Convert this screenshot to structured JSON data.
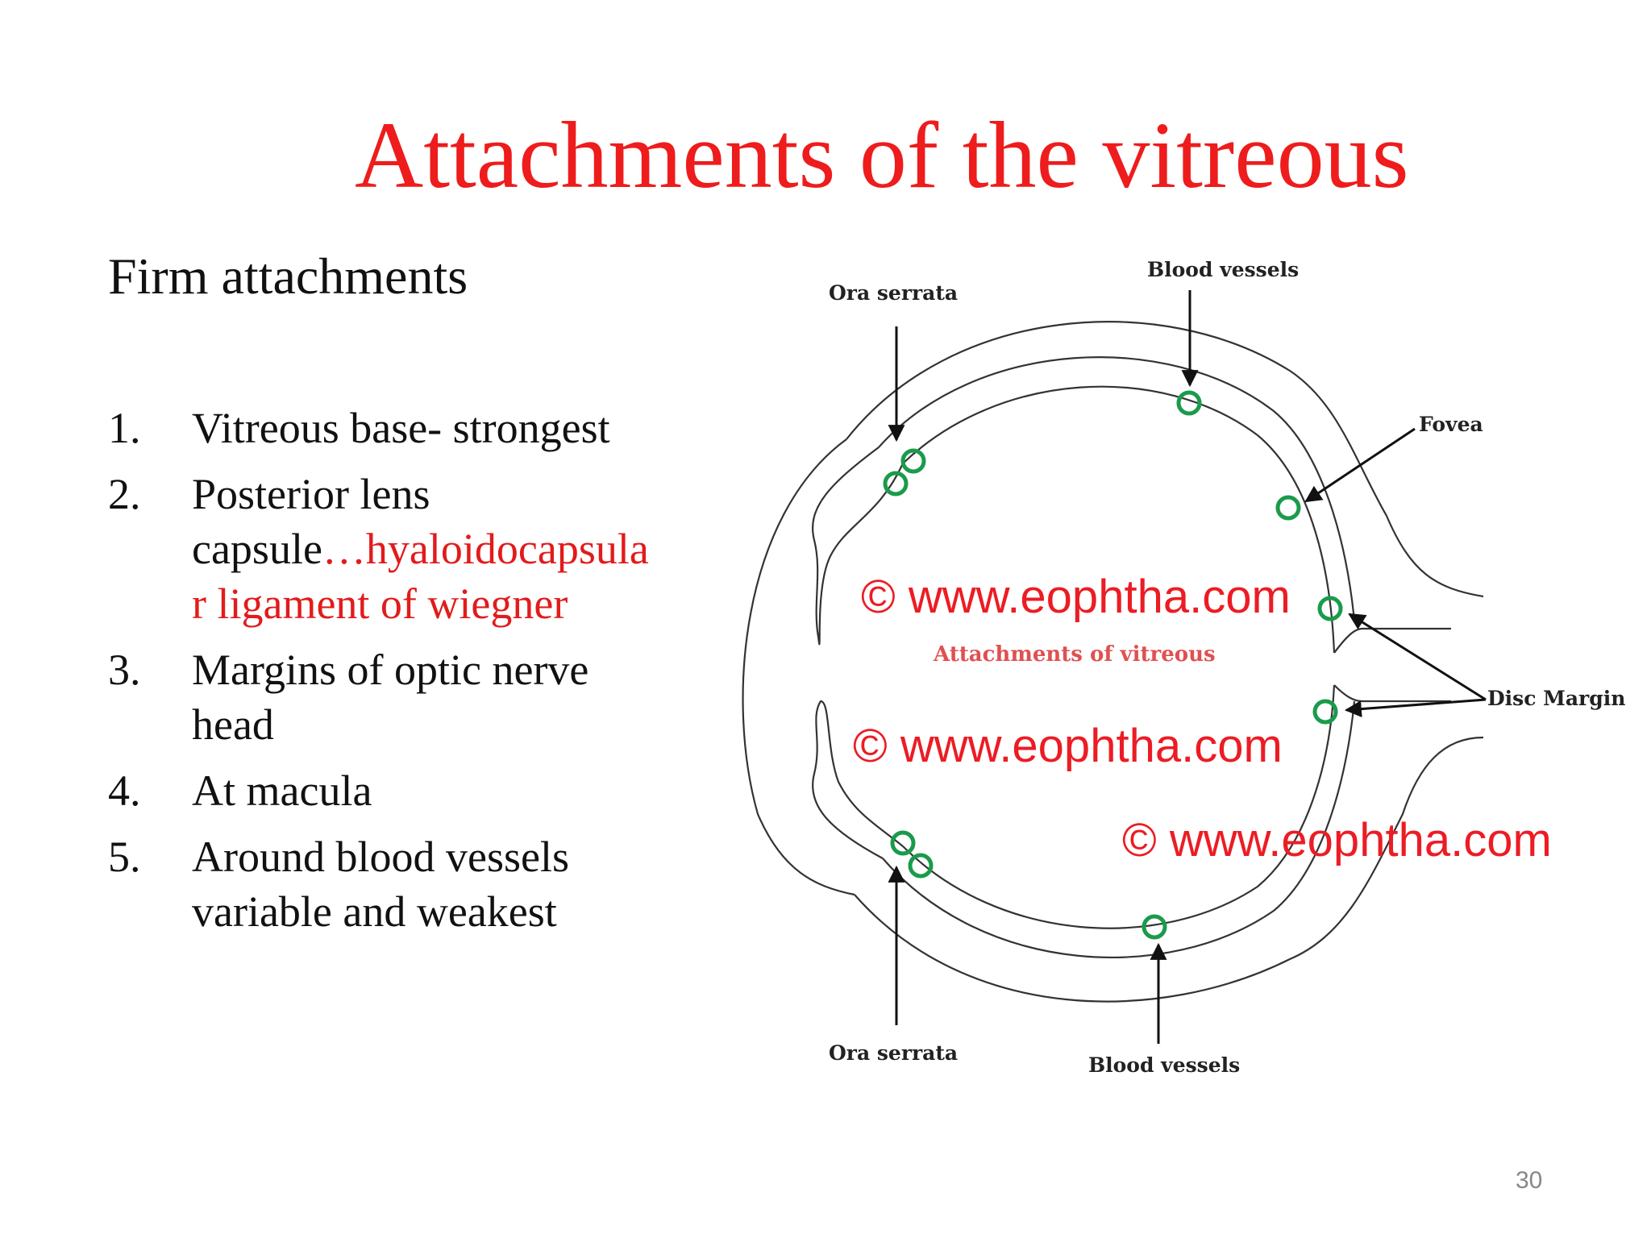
{
  "title": "Attachments of the vitreous",
  "subtitle": "Firm attachments",
  "list": [
    {
      "num": "1.",
      "line1": "Vitreous base- strongest"
    },
    {
      "num": "2.",
      "line1": "Posterior lens",
      "line2a": "capsule",
      "line2b": "…hyaloidocapsula",
      "line3": "r ligament of wiegner"
    },
    {
      "num": "3.",
      "line1": "Margins of optic nerve",
      "line2": "head"
    },
    {
      "num": "4.",
      "line1": "At macula"
    },
    {
      "num": "5.",
      "line1": "Around blood vessels",
      "line2": "variable and weakest"
    }
  ],
  "diagram": {
    "labels": {
      "ora_serrata_top": "Ora serrata",
      "blood_vessels_top": "Blood vessels",
      "fovea": "Fovea",
      "disc_margin": "Disc Margin",
      "ora_serrata_bottom": "Ora serrata",
      "blood_vessels_bottom": "Blood vessels"
    },
    "watermark": "© www.eophtha.com",
    "caption": "Attachments of vitreous",
    "colors": {
      "attachment_circle": "#1a9b4b",
      "watermark": "#ec1c24"
    }
  },
  "page_number": "30",
  "colors": {
    "title": "#ee1c1c",
    "highlight": "#e21b1b"
  }
}
